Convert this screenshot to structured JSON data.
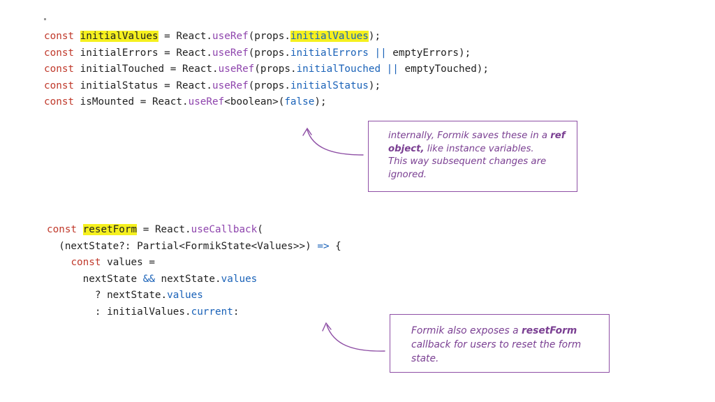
{
  "code_block_1": {
    "line1": {
      "kw": "const",
      "var": "initialValues",
      "eq": " = React.",
      "fn": "useRef",
      "mid": "(props.",
      "prop": "initialValues",
      "end": ");"
    },
    "line2": {
      "kw": "const",
      "rest1": " initialErrors = React.",
      "fn": "useRef",
      "mid": "(props.",
      "prop": "initialErrors",
      "op": " ||",
      "end": " emptyErrors);"
    },
    "line3": {
      "kw": "const",
      "rest1": " initialTouched = React.",
      "fn": "useRef",
      "mid": "(props.",
      "prop": "initialTouched",
      "op": " ||",
      "end": " emptyTouched);"
    },
    "line4": {
      "kw": "const",
      "rest1": " initialStatus = React.",
      "fn": "useRef",
      "mid": "(props.",
      "prop": "initialStatus",
      "end": ");"
    },
    "line5": {
      "kw": "const",
      "rest1": " isMounted = React.",
      "fn": "useRef",
      "mid": "<boolean>(",
      "prop": "false",
      "end": ");"
    }
  },
  "code_block_2": {
    "line1": {
      "kw": "const",
      "var": "resetForm",
      "eq": " = React.",
      "fn": "useCallback",
      "end": "("
    },
    "line2": {
      "text": "  (nextState?: Partial<FormikState<Values>>) ",
      "op": "=>",
      "end": " {"
    },
    "line3": {
      "indent": "    ",
      "kw": "const",
      "end": " values ="
    },
    "line4": {
      "indent": "      nextState ",
      "op": "&&",
      "mid": " nextState.",
      "prop": "values"
    },
    "line5": {
      "indent": "        ? nextState.",
      "prop": "values"
    },
    "line6": {
      "indent": "        : initialValues.",
      "prop": "current",
      "end": ":"
    }
  },
  "note_1": {
    "line1a": "internally, Formik saves these in a ",
    "line1b": "ref",
    "line2a": "object,",
    "line2b": " like instance variables.",
    "line3": "This way subsequent changes are",
    "line4": "ignored."
  },
  "note_2": {
    "line1a": "Formik also exposes a ",
    "line1b": "resetForm",
    "line2": "callback for users to reset the form",
    "line3": "state."
  },
  "colors": {
    "keyword": "#c0392b",
    "function": "#8e44ad",
    "property": "#1a62b8",
    "highlight": "#f5f01e",
    "annotation": "#8e4fa5"
  }
}
